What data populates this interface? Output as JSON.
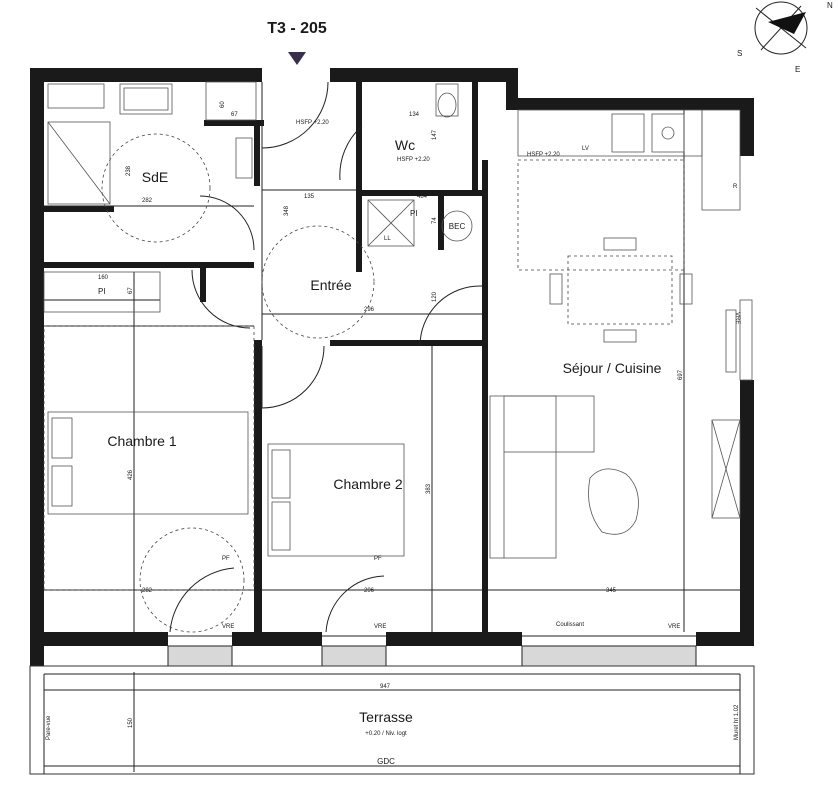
{
  "plan": {
    "unit_title": "T3 - 205",
    "compass": {
      "s": "S",
      "e": "E",
      "n": "N"
    },
    "rooms": {
      "sde": "SdE",
      "wc": "Wc",
      "bec": "BEC",
      "entree": "Entrée",
      "sejour": "Séjour / Cuisine",
      "chambre1": "Chambre 1",
      "chambre2": "Chambre 2",
      "terrasse": "Terrasse"
    },
    "notes": {
      "hsfp_entry": "HSFP +2.20",
      "hsfp_wc": "HSFP +2.20",
      "hsfp_kitchen": "HSFP +2.20",
      "terrasse_level": "+0.20 / Niv. logt",
      "gdc": "GDC",
      "pare_vue": "Pare-vue",
      "muret": "Muret ht 1.02",
      "lv": "LV",
      "pi_wc": "PI",
      "ll": "LL",
      "pi_ch1": "PI",
      "pf1": "PF",
      "pf2": "PF",
      "vre_ch1": "VRE",
      "vre_ch2": "VRE",
      "vre_sejour": "VRE",
      "vre_side": "VRE",
      "coulissant": "Coulissant",
      "r_label": "R"
    },
    "dims": {
      "d60": "60",
      "d67": "67",
      "d134": "134",
      "d147": "147",
      "d238": "238",
      "d282_sde": "282",
      "d135": "135",
      "d348": "348",
      "d484": "484",
      "d74": "74",
      "d160": "160",
      "d67b": "67",
      "d296_entree": "296",
      "d120": "120",
      "d697": "697",
      "d426": "426",
      "d383": "383",
      "d282_ch1": "282",
      "d296_ch2": "296",
      "d345": "345",
      "d947": "947",
      "d150": "150"
    }
  }
}
